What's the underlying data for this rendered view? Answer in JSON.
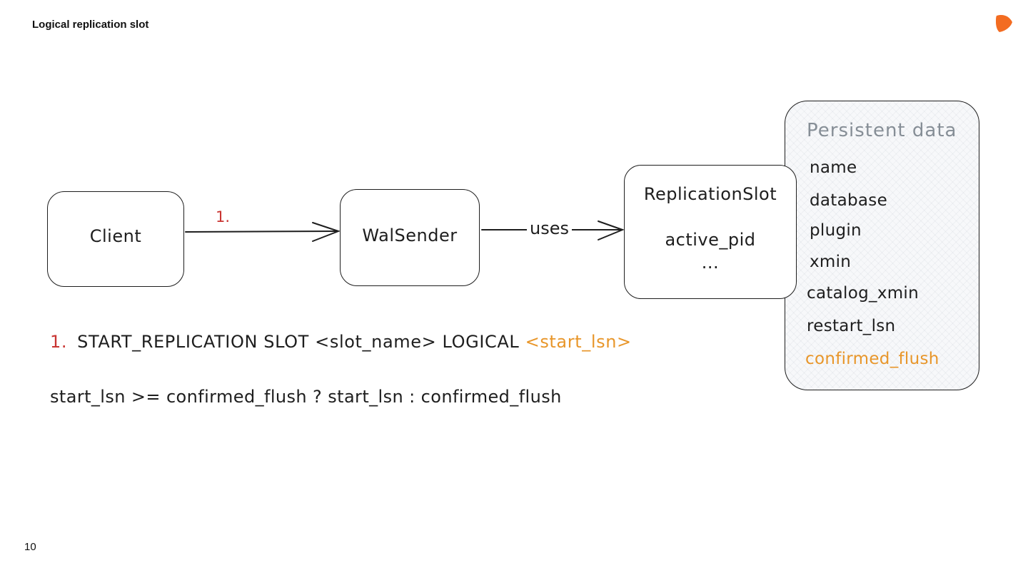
{
  "slide": {
    "title": "Logical replication slot",
    "page_number": "10",
    "logo_icon": "orange-elephant-logo",
    "accent_color": "#f36c21"
  },
  "diagram": {
    "client": {
      "label": "Client"
    },
    "walsender": {
      "label": "WalSender"
    },
    "replication_slot": {
      "label": "ReplicationSlot",
      "field": "active_pid",
      "ellipsis": "..."
    },
    "client_to_walsender": {
      "label": "1."
    },
    "walsender_to_slot": {
      "label": "uses"
    },
    "persistent_data": {
      "title": "Persistent data",
      "fields": [
        "name",
        "database",
        "plugin",
        "xmin",
        "catalog_xmin",
        "restart_lsn",
        "confirmed_flush"
      ],
      "highlight_color": "#e8962a"
    }
  },
  "notes": {
    "command": {
      "number": "1.",
      "text": "START_REPLICATION SLOT <slot_name> LOGICAL",
      "argument": "<start_lsn>"
    },
    "formula": "start_lsn >= confirmed_flush ? start_lsn : confirmed_flush"
  },
  "colors": {
    "stroke": "#1e1e1e",
    "red": "#c93532",
    "orange": "#e8962a",
    "muted": "#868e96"
  }
}
